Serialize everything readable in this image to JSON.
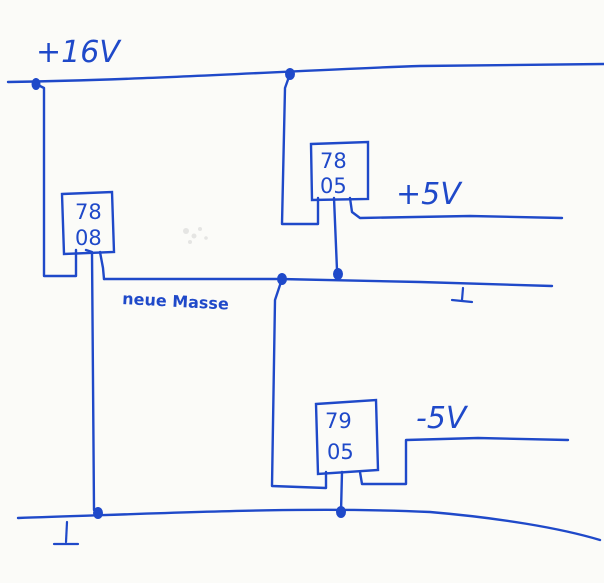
{
  "rails": {
    "supply_label": "+16V",
    "out_pos_label": "+5V",
    "out_neg_label": "-5V",
    "virtual_ground_label": "neue Masse"
  },
  "regulators": {
    "u_7808": {
      "line1": "78",
      "line2": "08"
    },
    "u_7805": {
      "line1": "78",
      "line2": "05"
    },
    "u_7905": {
      "line1": "79",
      "line2": "05"
    }
  },
  "colors": {
    "ink": "#1f49c9",
    "paper": "#fbfbf8"
  }
}
